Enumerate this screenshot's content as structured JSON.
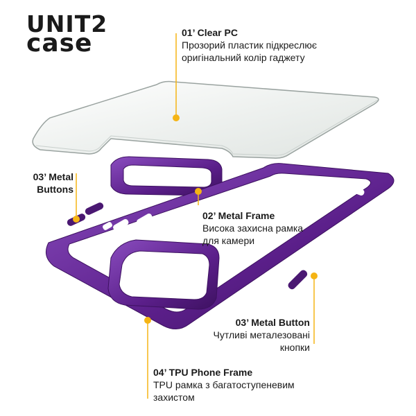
{
  "brand": {
    "line1": "UNIT2",
    "line2": "case"
  },
  "colors": {
    "accent": "#f5b414",
    "frame": "#5b1f8a",
    "frame_light": "#8a4dbf",
    "glass": "#eef1ef"
  },
  "annotations": {
    "clear_pc": {
      "title": "01’ Clear PC",
      "line1": "Прозорий пластик підкреслює",
      "line2": "оригінальний колір гаджету"
    },
    "metal_buttons_left": {
      "line1": "03’ Metal",
      "line2": "Buttons"
    },
    "metal_frame": {
      "title": "02’ Metal Frame",
      "line1": "Висока захисна рамка",
      "line2": "для камери"
    },
    "metal_button_right": {
      "title": "03’ Metal Button",
      "line1": "Чутливі металезовані",
      "line2": "кнопки"
    },
    "tpu_frame": {
      "title": "04’ TPU Phone Frame",
      "line1": "TPU рамка з багатоступеневим",
      "line2": "захистом"
    }
  }
}
